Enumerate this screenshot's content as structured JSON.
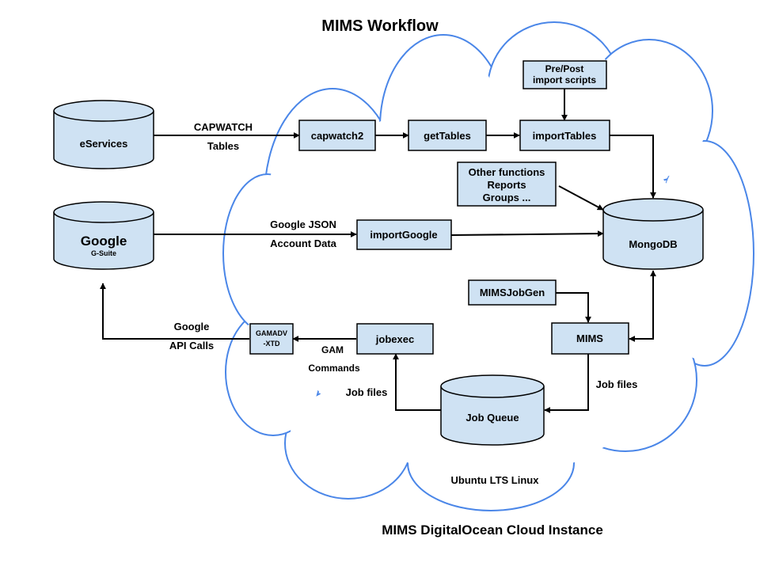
{
  "title": "MIMS Workflow",
  "footer": "MIMS DigitalOcean Cloud Instance",
  "cloud_label": "Ubuntu LTS Linux",
  "colors": {
    "box_fill": "#cfe2f3",
    "cloud_stroke": "#4a86e8",
    "stroke": "#000000"
  },
  "databases": {
    "eservices": "eServices",
    "google": "Google",
    "google_sub": "G-Suite",
    "mongodb": "MongoDB",
    "job_queue": "Job Queue"
  },
  "boxes": {
    "capwatch2": "capwatch2",
    "gettables": "getTables",
    "importtables": "importTables",
    "prepost_1": "Pre/Post",
    "prepost_2": "import scripts",
    "other_1": "Other functions",
    "other_2": "Reports",
    "other_3": "Groups ...",
    "importgoogle": "importGoogle",
    "mimsjobgen": "MIMSJobGen",
    "mims": "MIMS",
    "jobexec": "jobexec",
    "gamadv_1": "GAMADV",
    "gamadv_2": "-XTD"
  },
  "edge_labels": {
    "capwatch_1": "CAPWATCH",
    "capwatch_2": "Tables",
    "gjson_1": "Google JSON",
    "gjson_2": "Account Data",
    "gapi_1": "Google",
    "gapi_2": "API Calls",
    "gam_1": "GAM",
    "gam_2": "Commands",
    "jobfiles_left": "Job files",
    "jobfiles_right": "Job files"
  }
}
